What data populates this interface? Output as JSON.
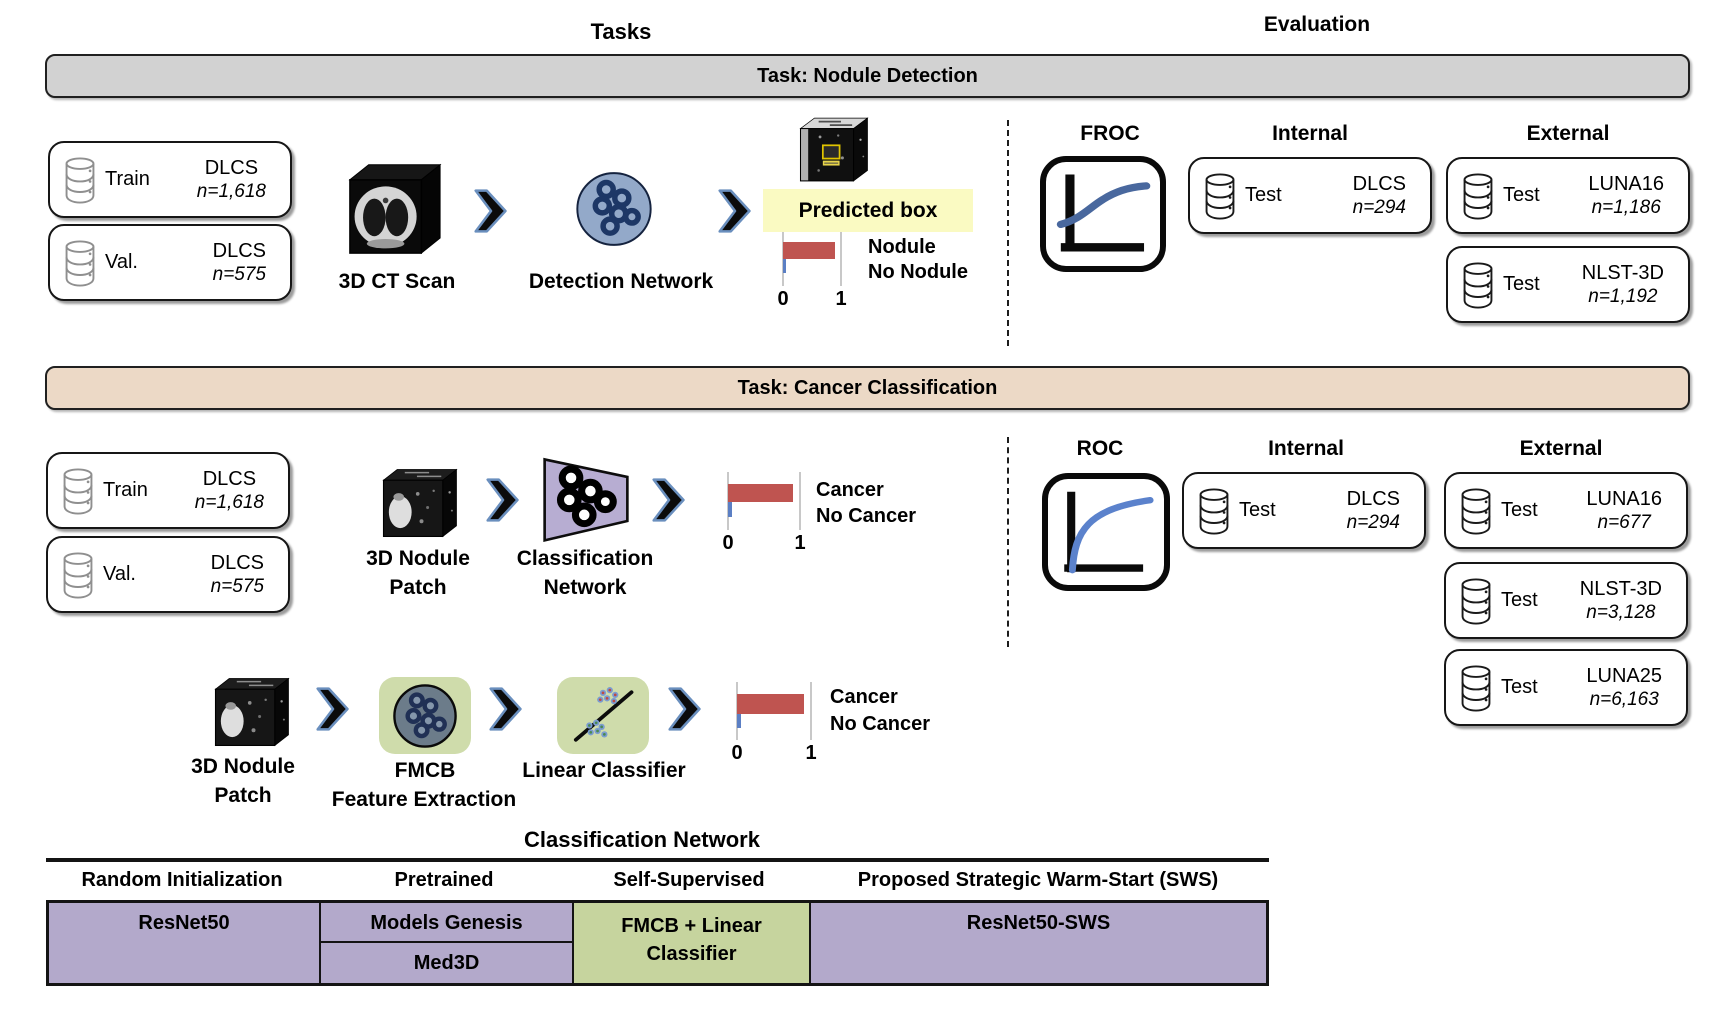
{
  "colors": {
    "banner_detection_bg": "#d2d2d2",
    "banner_classification_bg": "#ecd9c6",
    "table_purple": "#b3a9cb",
    "table_green": "#c6d49e",
    "icon_green_bg": "#cfdcab",
    "detection_circle_fill": "#93a9c9",
    "classification_trapezoid_fill": "#b7add2",
    "bar_red": "#bf5450",
    "bar_blue": "#5b7fc4",
    "froc_curve_blue": "#49689e",
    "roc_curve_blue": "#5b82cc",
    "predicted_box_highlight": "#fafac2"
  },
  "icons": {
    "database-icon": "stacked-cylinders",
    "arrow-chevron-icon": "bold right chevron",
    "froc-curve-icon": "s-shaped curve plot in rounded frame",
    "roc-curve-icon": "concave rising curve plot in rounded frame",
    "detection-network-icon": "circle filled with node rings",
    "classification-network-icon": "right-tapering trapezoid with node rings",
    "fmcb-icon": "gray circle with node rings on green tile",
    "linear-classifier-icon": "two point clusters split by diagonal line",
    "ct-scan-cube-icon": "3D CT volume cube",
    "nodule-patch-cube-icon": "3D nodule patch cube",
    "predicted-cube-icon": "3D patch cube with predicted bounding box"
  },
  "header": {
    "tasks": "Tasks",
    "evaluation": "Evaluation"
  },
  "detection": {
    "banner": "Task: Nodule Detection",
    "train_box": {
      "label": "Train",
      "dataset": "DLCS",
      "n": "n=1,618"
    },
    "val_box": {
      "label": "Val.",
      "dataset": "DLCS",
      "n": "n=575"
    },
    "input_label": "3D CT Scan",
    "network_label": "Detection Network",
    "predicted_box_label": "Predicted box",
    "chart": {
      "type": "bar",
      "categories": [
        "Nodule",
        "No Nodule"
      ],
      "values": [
        0.9,
        0.05
      ],
      "xticks": [
        "0",
        "1"
      ],
      "xlim": [
        0,
        1
      ]
    },
    "evaluation": {
      "metric": "FROC",
      "internal_label": "Internal",
      "external_label": "External",
      "internal_tests": [
        {
          "label": "Test",
          "dataset": "DLCS",
          "n": "n=294"
        }
      ],
      "external_tests": [
        {
          "label": "Test",
          "dataset": "LUNA16",
          "n": "n=1,186"
        },
        {
          "label": "Test",
          "dataset": "NLST-3D",
          "n": "n=1,192"
        }
      ]
    }
  },
  "classification": {
    "banner": "Task: Cancer Classification",
    "train_box": {
      "label": "Train",
      "dataset": "DLCS",
      "n": "n=1,618"
    },
    "val_box": {
      "label": "Val.",
      "dataset": "DLCS",
      "n": "n=575"
    },
    "pipeline_network": {
      "input_label_line1": "3D Nodule",
      "input_label_line2": "Patch",
      "network_label_line1": "Classification",
      "network_label_line2": "Network",
      "chart": {
        "type": "bar",
        "categories": [
          "Cancer",
          "No Cancer"
        ],
        "values": [
          0.9,
          0.05
        ],
        "xticks": [
          "0",
          "1"
        ],
        "xlim": [
          0,
          1
        ]
      }
    },
    "pipeline_fmcb": {
      "input_label_line1": "3D Nodule",
      "input_label_line2": "Patch",
      "fmcb_label": "FMCB",
      "fmcb_sublabel": "Feature Extraction",
      "linear_label": "Linear Classifier",
      "chart": {
        "type": "bar",
        "categories": [
          "Cancer",
          "No Cancer"
        ],
        "values": [
          0.9,
          0.05
        ],
        "xticks": [
          "0",
          "1"
        ],
        "xlim": [
          0,
          1
        ]
      }
    },
    "evaluation": {
      "metric": "ROC",
      "internal_label": "Internal",
      "external_label": "External",
      "internal_tests": [
        {
          "label": "Test",
          "dataset": "DLCS",
          "n": "n=294"
        }
      ],
      "external_tests": [
        {
          "label": "Test",
          "dataset": "LUNA16",
          "n": "n=677"
        },
        {
          "label": "Test",
          "dataset": "NLST-3D",
          "n": "n=3,128"
        },
        {
          "label": "Test",
          "dataset": "LUNA25",
          "n": "n=6,163"
        }
      ]
    }
  },
  "network_table": {
    "title": "Classification Network",
    "columns": [
      {
        "header": "Random Initialization",
        "cells": [
          "ResNet50"
        ]
      },
      {
        "header": "Pretrained",
        "cells": [
          "Models Genesis",
          "Med3D"
        ]
      },
      {
        "header": "Self-Supervised",
        "cells": [
          "FMCB + Linear Classifier"
        ]
      },
      {
        "header": "Proposed Strategic Warm-Start (SWS)",
        "cells": [
          "ResNet50-SWS"
        ]
      }
    ]
  }
}
